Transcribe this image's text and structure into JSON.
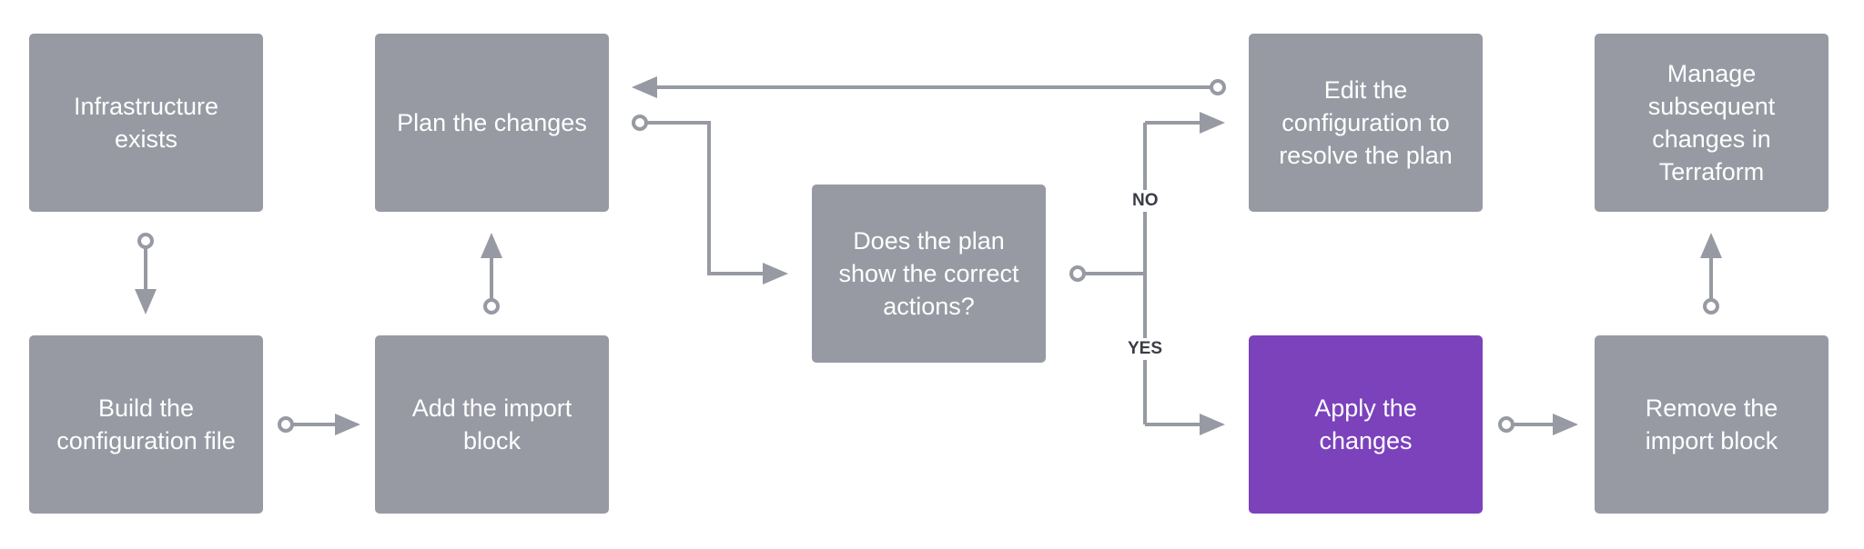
{
  "nodes": {
    "infrastructure_exists": "Infrastructure exists",
    "build_config": "Build the configuration file",
    "add_import_block": "Add the import block",
    "plan_changes": "Plan the changes",
    "check_plan": "Does the plan show the correct actions?",
    "edit_config": "Edit the configuration to resolve the plan",
    "apply_changes": "Apply the changes",
    "remove_import_block": "Remove the import block",
    "manage_changes": "Manage subsequent changes in Terraform"
  },
  "branches": {
    "no": "NO",
    "yes": "YES"
  },
  "colors": {
    "node": "#979aa3",
    "highlight": "#7b42bc",
    "connector": "#979aa3",
    "label": "#3b3d45"
  }
}
